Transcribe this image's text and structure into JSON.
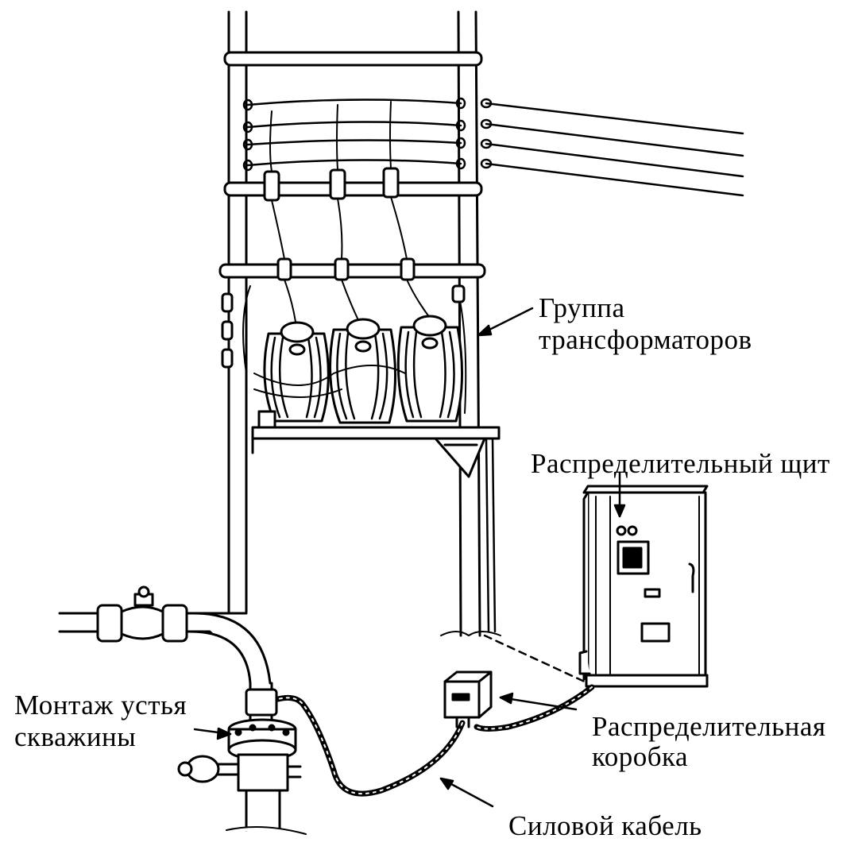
{
  "labels": {
    "transformers": [
      "Группа",
      "трансформаторов"
    ],
    "switchboard": "Распределительный щит",
    "wellhead": [
      "Монтаж устья",
      "скважины"
    ],
    "junction_box": [
      "Распределительная",
      "коробка"
    ],
    "power_cable": "Силовой кабель"
  },
  "colors": {
    "ink": "#000000",
    "paper": "#ffffff"
  }
}
